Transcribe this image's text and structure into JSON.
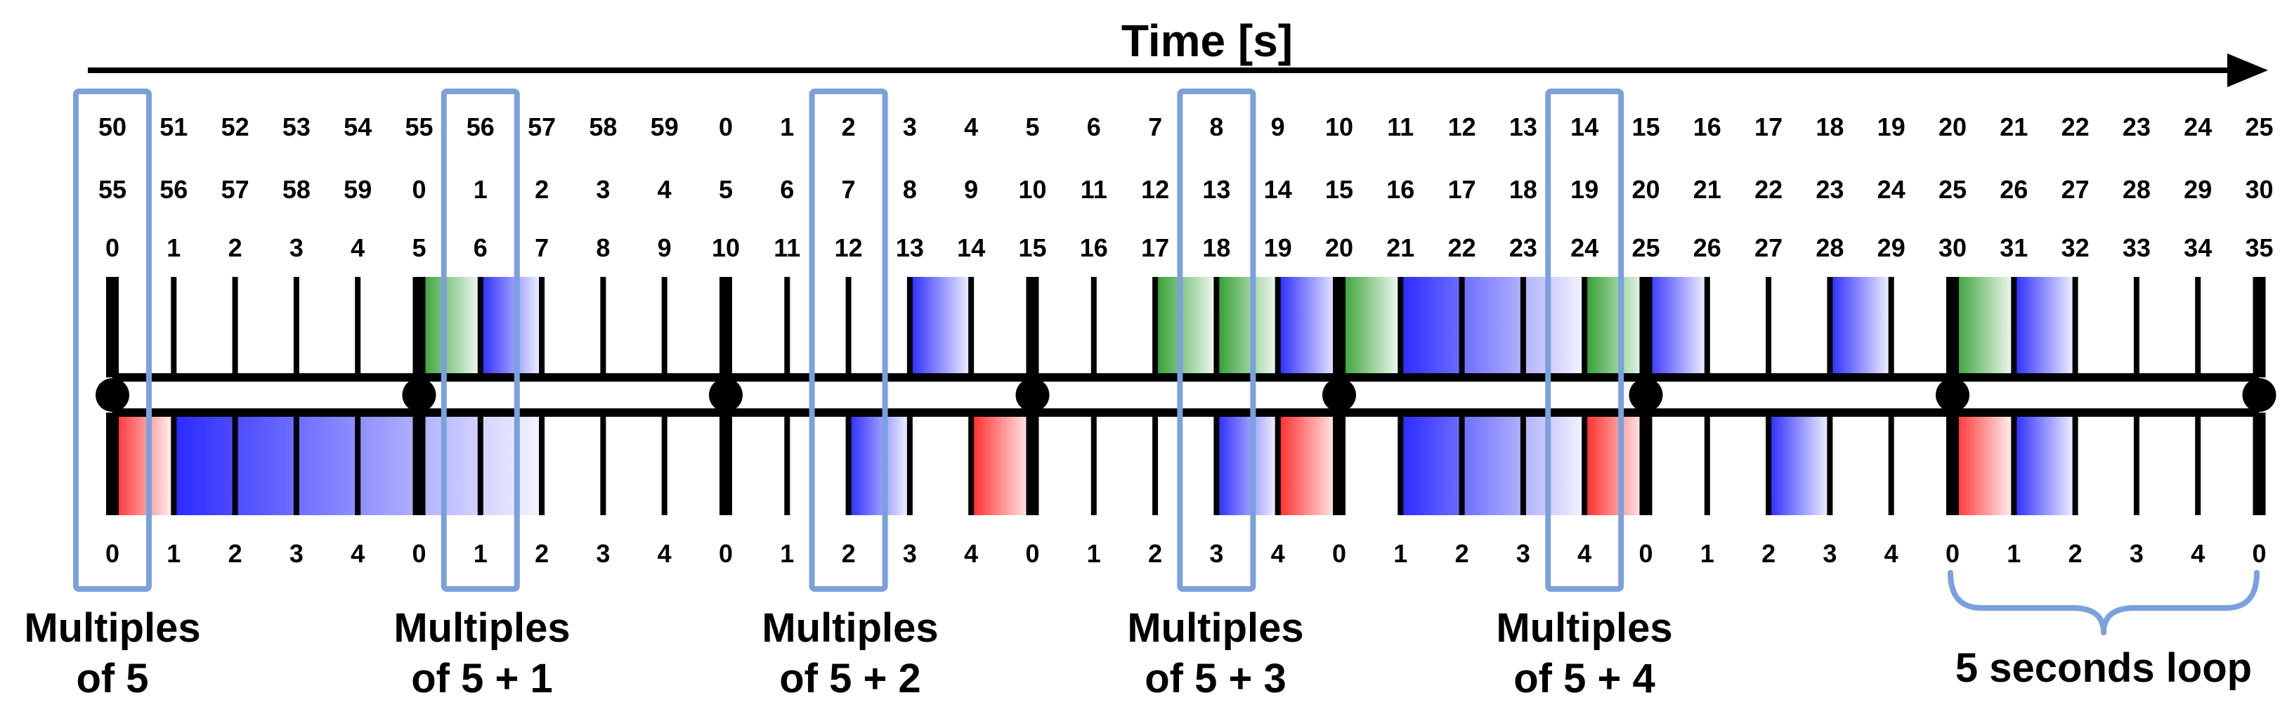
{
  "title": "Time [s]",
  "rows": {
    "top1": [
      "50",
      "51",
      "52",
      "53",
      "54",
      "55",
      "56",
      "57",
      "58",
      "59",
      "0",
      "1",
      "2",
      "3",
      "4",
      "5",
      "6",
      "7",
      "8",
      "9",
      "10",
      "11",
      "12",
      "13",
      "14",
      "15",
      "16",
      "17",
      "18",
      "19",
      "20",
      "21",
      "22",
      "23",
      "24",
      "25"
    ],
    "top2": [
      "55",
      "56",
      "57",
      "58",
      "59",
      "0",
      "1",
      "2",
      "3",
      "4",
      "5",
      "6",
      "7",
      "8",
      "9",
      "10",
      "11",
      "12",
      "13",
      "14",
      "15",
      "16",
      "17",
      "18",
      "19",
      "20",
      "21",
      "22",
      "23",
      "24",
      "25",
      "26",
      "27",
      "28",
      "29",
      "30"
    ],
    "top3": [
      "0",
      "1",
      "2",
      "3",
      "4",
      "5",
      "6",
      "7",
      "8",
      "9",
      "10",
      "11",
      "12",
      "13",
      "14",
      "15",
      "16",
      "17",
      "18",
      "19",
      "20",
      "21",
      "22",
      "23",
      "24",
      "25",
      "26",
      "27",
      "28",
      "29",
      "30",
      "31",
      "32",
      "33",
      "34",
      "35"
    ],
    "bottom": [
      "0",
      "1",
      "2",
      "3",
      "4",
      "0",
      "1",
      "2",
      "3",
      "4",
      "0",
      "1",
      "2",
      "3",
      "4",
      "0",
      "1",
      "2",
      "3",
      "4",
      "0",
      "1",
      "2",
      "3",
      "4",
      "0",
      "1",
      "2",
      "3",
      "4",
      "0",
      "1",
      "2",
      "3",
      "4",
      "0"
    ]
  },
  "groups": [
    {
      "line1": "Multiples",
      "line2": "of 5"
    },
    {
      "line1": "Multiples",
      "line2": "of 5 + 1"
    },
    {
      "line1": "Multiples",
      "line2": "of 5 + 2"
    },
    {
      "line1": "Multiples",
      "line2": "of 5 + 3"
    },
    {
      "line1": "Multiples",
      "line2": "of 5 + 4"
    }
  ],
  "loop_label": "5 seconds loop",
  "colors": {
    "green": "#2e9e2e",
    "blue": "#2a2aff",
    "red": "#ff2a2a",
    "highlight": "#7aa0dd",
    "ink": "#000000"
  },
  "top_fills": [
    {
      "tick": 5,
      "color": "green",
      "span": 1
    },
    {
      "tick": 6,
      "color": "blue",
      "span": 1
    },
    {
      "tick": 13,
      "color": "blue",
      "span": 1
    },
    {
      "tick": 17,
      "color": "green",
      "span": 1
    },
    {
      "tick": 18,
      "color": "green",
      "span": 1
    },
    {
      "tick": 19,
      "color": "blue",
      "span": 1
    },
    {
      "tick": 20,
      "color": "green",
      "span": 1
    },
    {
      "tick": 21,
      "color": "blue",
      "span": 3
    },
    {
      "tick": 24,
      "color": "green",
      "span": 1
    },
    {
      "tick": 25,
      "color": "blue",
      "span": 1
    },
    {
      "tick": 28,
      "color": "blue",
      "span": 1
    },
    {
      "tick": 30,
      "color": "green",
      "span": 1
    },
    {
      "tick": 31,
      "color": "blue",
      "span": 1
    }
  ],
  "bottom_fills": [
    {
      "tick": 0,
      "color": "red",
      "span": 1
    },
    {
      "tick": 1,
      "color": "blue",
      "span": 6
    },
    {
      "tick": 12,
      "color": "blue",
      "span": 1
    },
    {
      "tick": 14,
      "color": "red",
      "span": 1
    },
    {
      "tick": 18,
      "color": "blue",
      "span": 1
    },
    {
      "tick": 19,
      "color": "red",
      "span": 1
    },
    {
      "tick": 21,
      "color": "blue",
      "span": 3
    },
    {
      "tick": 24,
      "color": "red",
      "span": 1
    },
    {
      "tick": 27,
      "color": "blue",
      "span": 1
    },
    {
      "tick": 30,
      "color": "red",
      "span": 1
    },
    {
      "tick": 31,
      "color": "blue",
      "span": 1
    }
  ],
  "highlight_ticks": [
    0,
    6,
    12,
    18,
    24
  ]
}
